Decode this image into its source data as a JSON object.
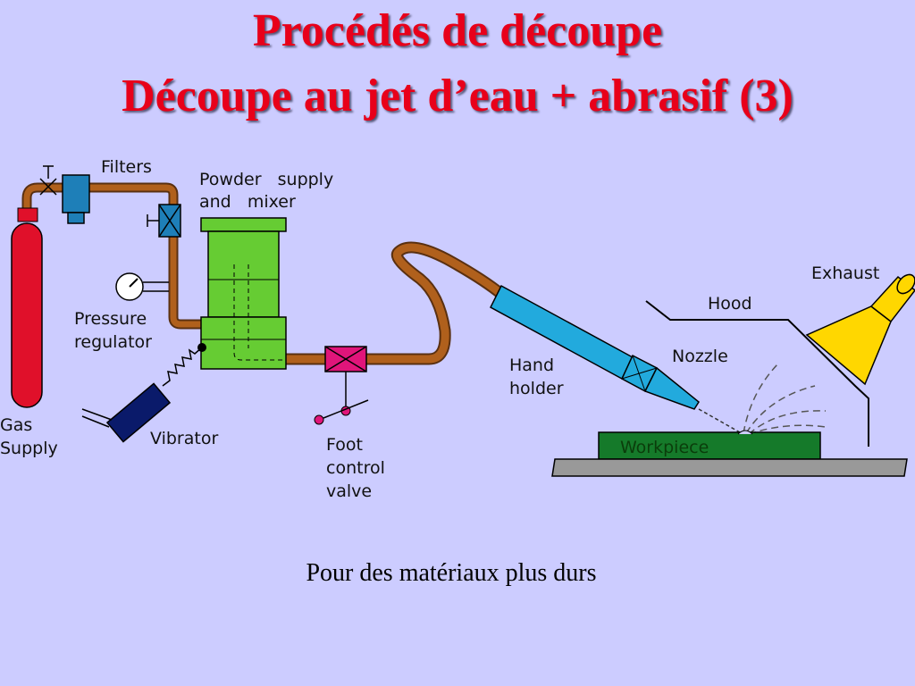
{
  "slide": {
    "title_line1": "Procédés de découpe",
    "title_line2": "Découpe au jet d’eau + abrasif (3)",
    "caption": "Pour des matériaux plus durs"
  },
  "labels": {
    "filters": "Filters",
    "powder_line1": "Powder   supply",
    "powder_line2": "and   mixer",
    "pressure_line1": "Pressure",
    "pressure_line2": "regulator",
    "gas_line1": "Gas",
    "gas_line2": "Supply",
    "vibrator": "Vibrator",
    "foot_line1": "Foot",
    "foot_line2": "control",
    "foot_line3": "valve",
    "hand_line1": "Hand",
    "hand_line2": "holder",
    "nozzle": "Nozzle",
    "hood": "Hood",
    "exhaust": "Exhaust",
    "workpiece": "Workpiece"
  },
  "colors": {
    "title": "#e8001a",
    "background": "#ccccff",
    "gas_cylinder": "#e0102a",
    "hose": "#b0601c",
    "filter": "#1e7fb8",
    "mixer": "#66cc33",
    "foot_valve": "#e0157a",
    "hand_holder": "#22aadd",
    "exhaust": "#ffd700",
    "workpiece": "#157a2a",
    "vibrator": "#0a1a6a"
  }
}
